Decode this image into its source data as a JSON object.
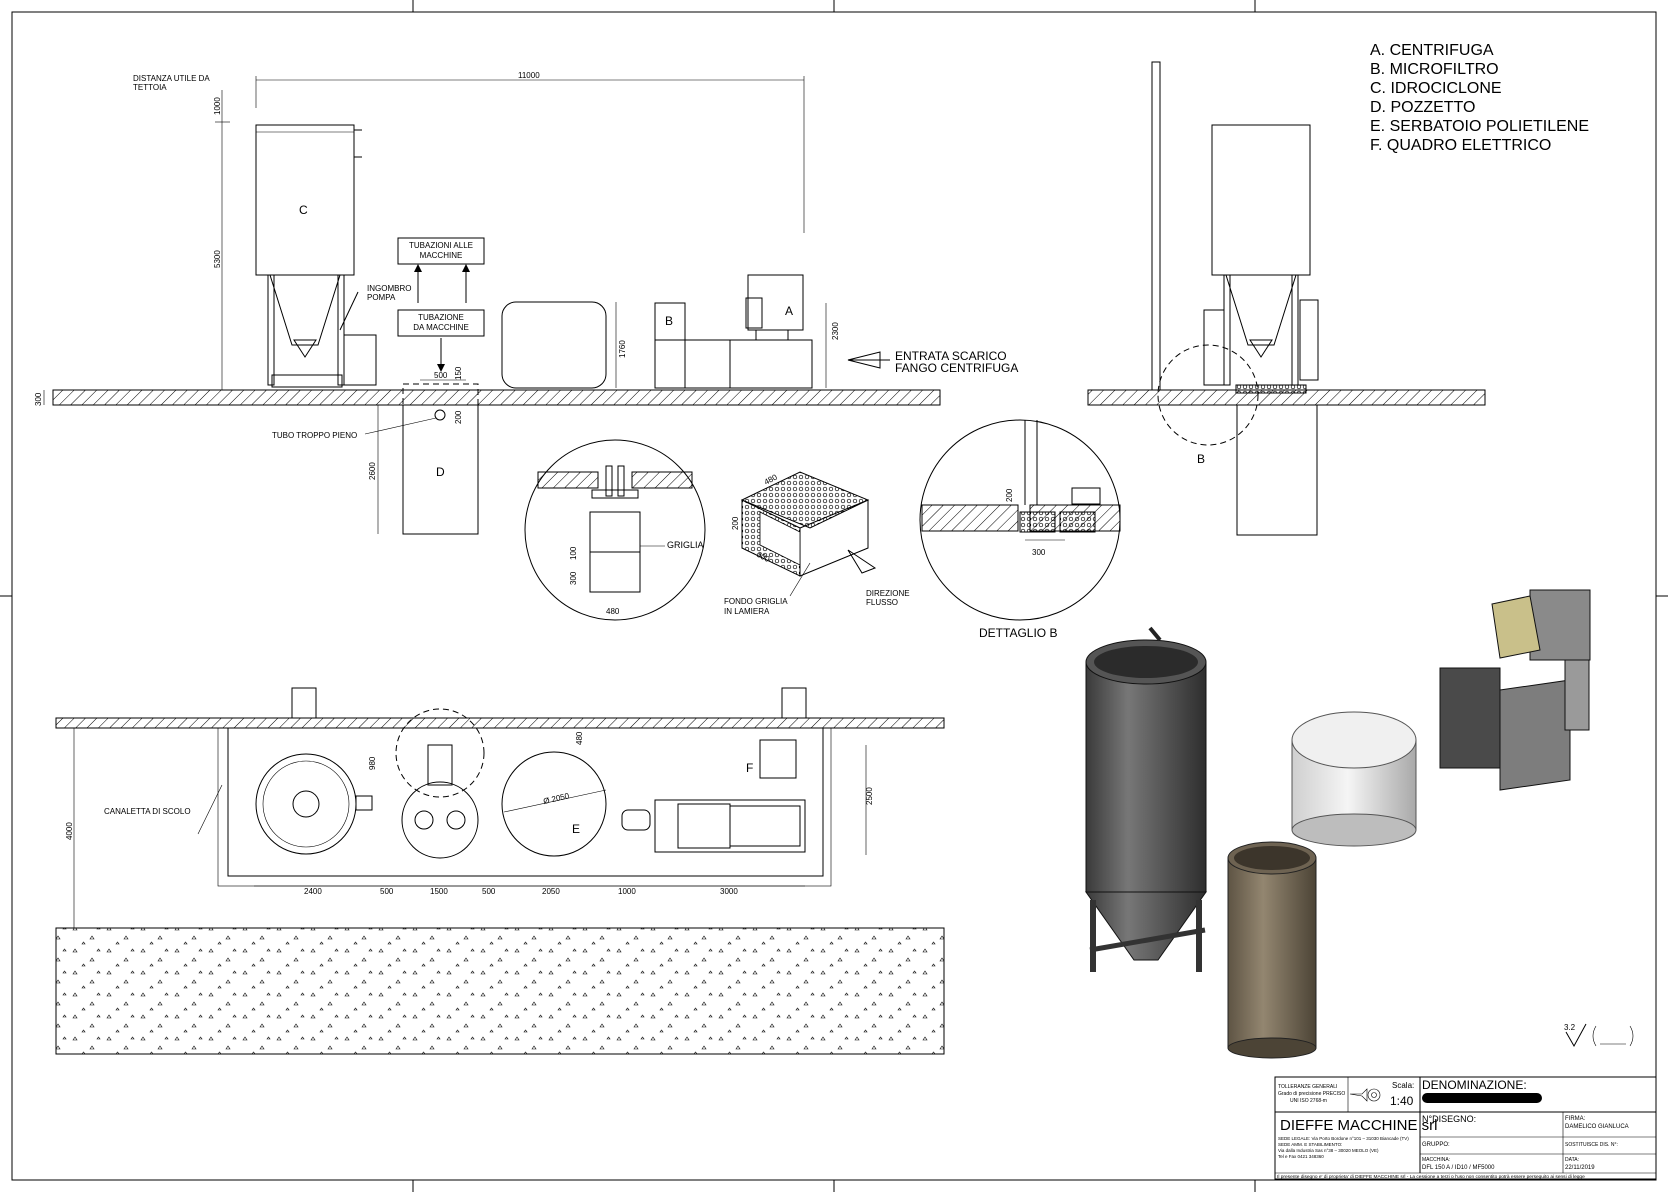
{
  "legend": [
    "A. CENTRIFUGA",
    "B. MICROFILTRO",
    "C. IDROCICLONE",
    "D. POZZETTO",
    "E. SERBATOIO POLIETILENE",
    "F. QUADRO ELETTRICO"
  ],
  "front_view": {
    "distanza_label_1": "DISTANZA UTILE DA",
    "distanza_label_2": "TETTOIA",
    "dim_1000": "1000",
    "dim_11000": "11000",
    "dim_5300": "5300",
    "dim_300": "300",
    "dim_2600": "2600",
    "dim_1760": "1760",
    "dim_2300": "2300",
    "dim_500": "500",
    "dim_150": "150",
    "dim_200": "200",
    "label_c": "C",
    "label_b": "B",
    "label_a": "A",
    "label_d": "D",
    "tubazioni_alle_1": "TUBAZIONI ALLE",
    "tubazioni_alle_2": "MACCHINE",
    "tubazione_da_1": "TUBAZIONE",
    "tubazione_da_2": "DA MACCHINE",
    "ingombro_1": "INGOMBRO",
    "ingombro_2": "POMPA",
    "tubo_troppo_pieno": "TUBO TROPPO PIENO",
    "entrata_1": "ENTRATA SCARICO",
    "entrata_2": "FANGO CENTRIFUGA"
  },
  "side_view": {
    "label_b": "B",
    "dettaglio_b": "DETTAGLIO B",
    "dim_200": "200",
    "dim_300": "300"
  },
  "grill_detail": {
    "griglia": "GRIGLIA",
    "dim_100": "100",
    "dim_300": "300",
    "dim_480": "480",
    "dim_480_top": "480",
    "dim_200": "200",
    "dim_300_box": "300",
    "fondo_1": "FONDO GRIGLIA",
    "fondo_2": "IN LAMIERA",
    "direzione_1": "DIREZIONE",
    "direzione_2": "FLUSSO"
  },
  "plan_view": {
    "canaletta": "CANALETTA DI SCOLO",
    "dim_4000": "4000",
    "dim_2500": "2500",
    "dim_980": "980",
    "dim_480": "480",
    "diameter": "Ø 2050",
    "label_e": "E",
    "label_f": "F",
    "bottom_dims": [
      "2400",
      "500",
      "1500",
      "500",
      "2050",
      "1000",
      "3000"
    ]
  },
  "surface_finish": "3.2",
  "title_block": {
    "tolleranze_1": "TOLLERANZE GENERALI",
    "tolleranze_2": "Grado di precisione PRECISO",
    "tolleranze_3": "UNI ISO 2768-m",
    "scala_label": "Scala:",
    "scala_value": "1:40",
    "denominazione_label": "DENOMINAZIONE:",
    "company": "DIEFFE MACCHINE srl",
    "sede_1": "SEDE LEGALE: Via Porto Bordone n°101 – 31030 Biancade (TV)",
    "sede_2": "SEDE AMM. E STABILIMENTO:",
    "sede_3": "Via dalla Industria Sas n°38 – 30020 MEOLO (VE)",
    "sede_4": "Tel e Fax 0421 348360",
    "ndisegno_label": "N°DISEGNO:",
    "firma_label": "FIRMA:",
    "firma_value": "DAMELICO GIANLUCA",
    "gruppo_label": "GRUPPO:",
    "sostituisce_label": "SOSTITUISCE DIS. N°:",
    "macchina_label": "MACCHINA:",
    "macchina_value": "DFL 150 A / ID10 / MF5000",
    "data_label": "DATA:",
    "data_value": "22/11/2019",
    "footer": "Il presente disegno e' di proprieta' di DIEFFE MACCHINE srl - La cessione a terzi o l'uso non consentito potrà essere perseguito ai sensi di legge"
  }
}
